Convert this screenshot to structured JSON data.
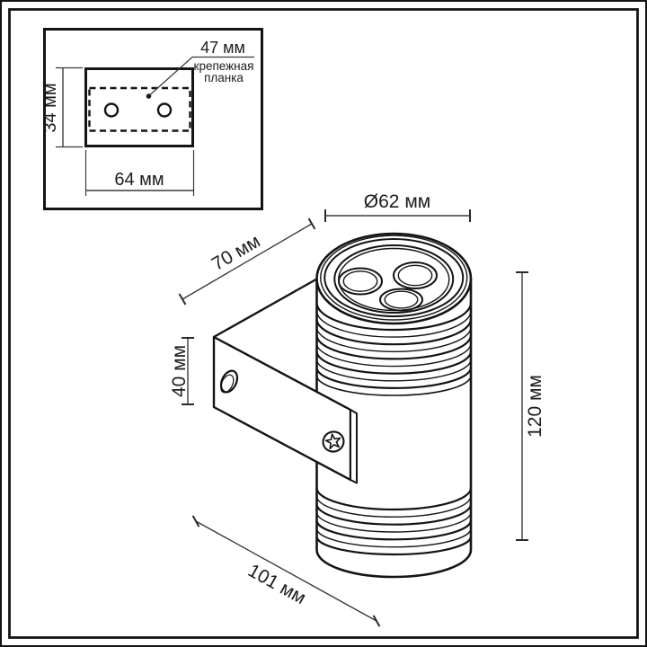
{
  "colors": {
    "background": "#ffffff",
    "line": "#141414",
    "dim_line": "#3a3a3a",
    "text": "#1c1c1c"
  },
  "inset": {
    "height_label": "34 мм",
    "width_label": "64 мм",
    "hole_spacing_label": "47 мм",
    "caption_line1": "крепежная",
    "caption_line2": "планка"
  },
  "fixture": {
    "diameter_label": "Ø62 мм",
    "depth_label": "70 мм",
    "bracket_height_label": "40 мм",
    "height_label": "120 мм",
    "length_label": "101 мм"
  }
}
